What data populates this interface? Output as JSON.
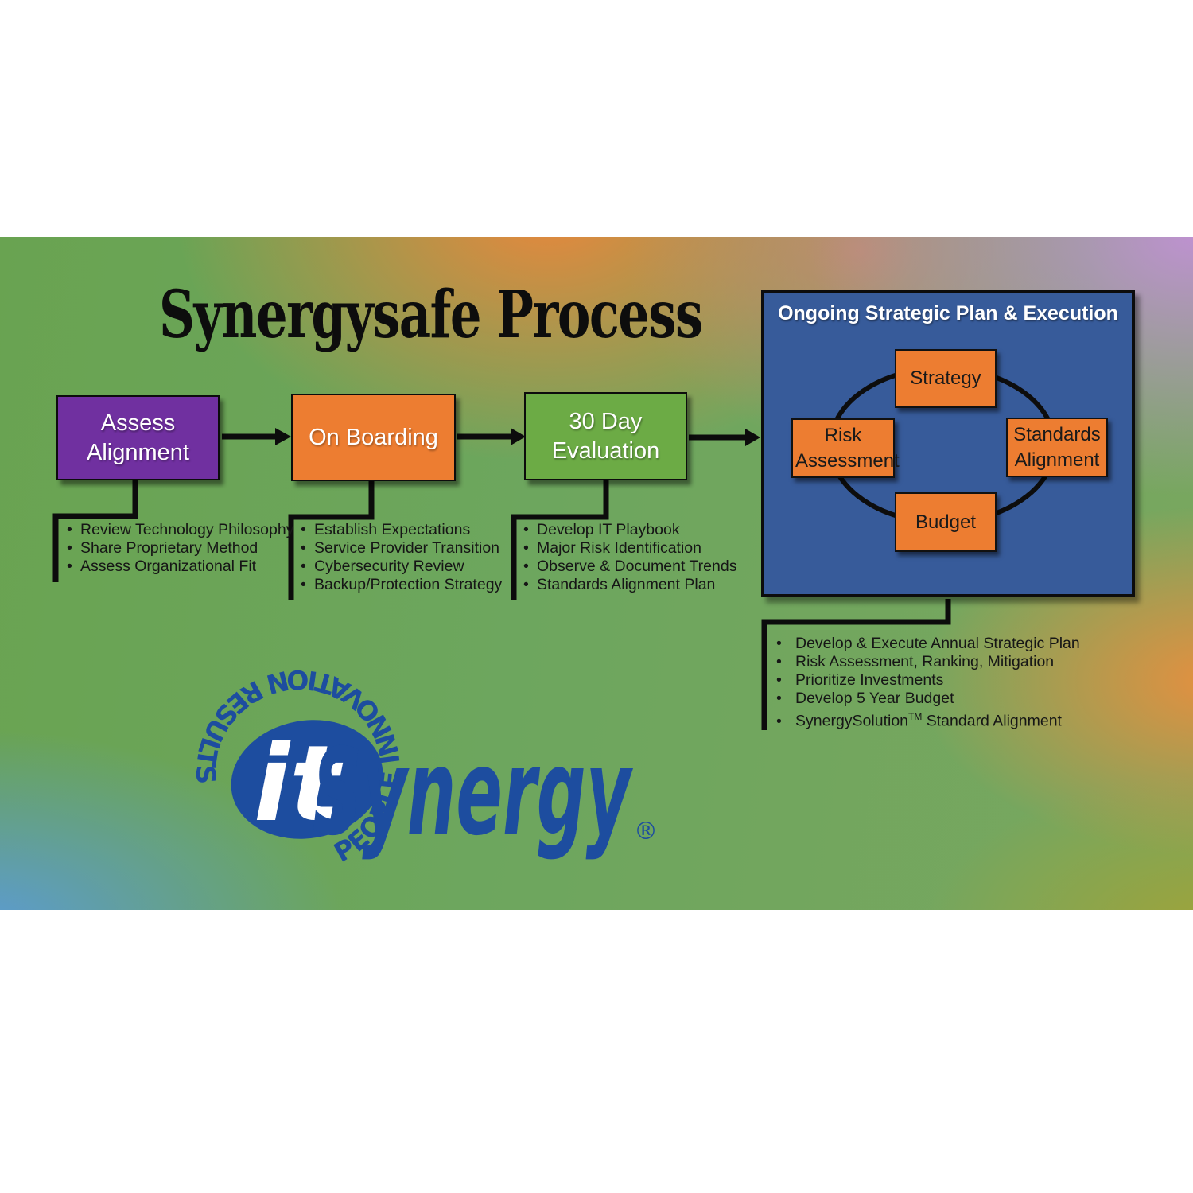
{
  "title": "Synergysafe Process",
  "flow": {
    "steps": [
      {
        "label": "Assess Alignment",
        "color": "#7030A0",
        "bullets": [
          "Review Technology Philosophy",
          "Share Proprietary Method",
          "Assess Organizational Fit"
        ]
      },
      {
        "label": "On Boarding",
        "color": "#ED7D31",
        "bullets": [
          "Establish Expectations",
          "Service Provider Transition",
          "Cybersecurity Review",
          "Backup/Protection Strategy"
        ]
      },
      {
        "label": "30 Day Evaluation",
        "color": "#6CAB45",
        "bullets": [
          "Develop IT Playbook",
          "Major Risk Identification",
          "Observe & Document Trends",
          "Standards Alignment Plan"
        ]
      }
    ]
  },
  "panel": {
    "title": "Ongoing Strategic Plan & Execution",
    "color": "#375b9a",
    "cycle": [
      "Strategy",
      "Risk Assessment",
      "Standards Alignment",
      "Budget"
    ],
    "bullets": [
      "Develop & Execute Annual Strategic Plan",
      "Risk Assessment, Ranking, Mitigation",
      "Prioritize Investments",
      "Develop 5 Year Budget"
    ],
    "tm_item": {
      "pre": "SynergySolution",
      "tm": "TM",
      "post": " Standard Alignment"
    }
  },
  "logo": {
    "it": "it",
    "name": "Synergy",
    "registered": "®",
    "circular_text": "PEOPLE INNOVATION RESULTS",
    "color": "#1d4d9f"
  },
  "bullet_char": "•"
}
